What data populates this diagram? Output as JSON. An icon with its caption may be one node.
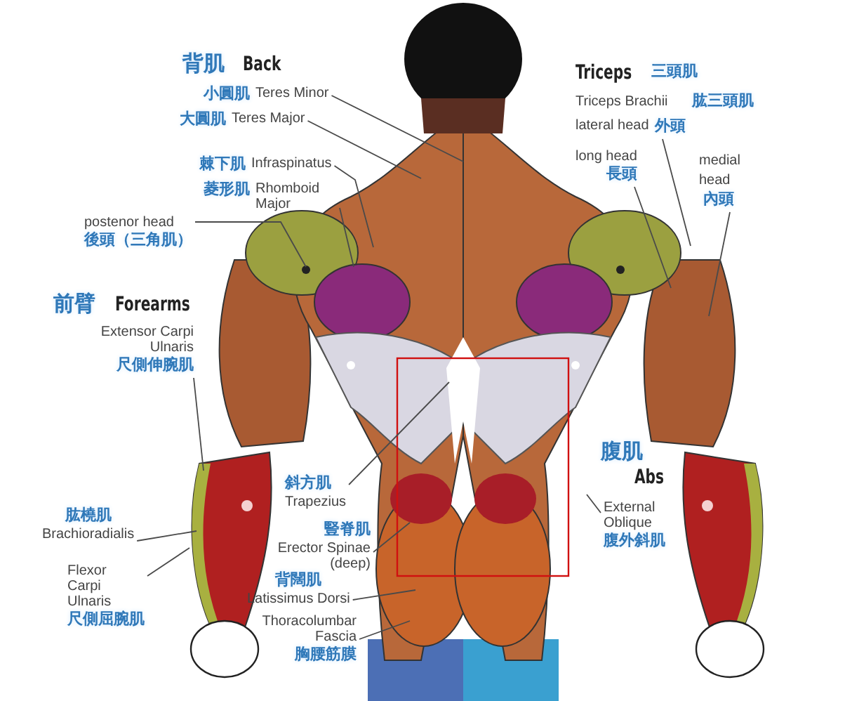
{
  "diagram": {
    "nodes": [
      {
        "text": [
          "小圓肌",
          "Teres Minor"
        ]
      },
      {
        "text": [
          "大圓肌",
          "Teres Major"
        ]
      },
      {
        "text": [
          "棘下肌",
          "Infraspinatus"
        ]
      },
      {
        "text": [
          "菱形肌",
          "Rhomboid Major"
        ]
      },
      {
        "text": [
          "postenor head",
          "後頭（三角肌）"
        ]
      },
      {
        "text": [
          "lateral head",
          "外頭"
        ]
      },
      {
        "text": [
          "long head",
          "長頭"
        ]
      },
      {
        "text": [
          "medial head",
          "內頭"
        ]
      },
      {
        "text": [
          "Extensor Carpi Ulnaris",
          "尺側伸腕肌"
        ]
      },
      {
        "text": [
          "肱橈肌",
          "Brachioradialis"
        ]
      },
      {
        "text": [
          "Flexor Carpi Ulnaris",
          "尺側屈腕肌"
        ]
      },
      {
        "text": [
          "斜方肌",
          "Trapezius"
        ]
      },
      {
        "text": [
          "豎脊肌",
          "Erector Spinae (deep)"
        ]
      },
      {
        "text": [
          "背闊肌",
          "Latissimus Dorsi"
        ]
      },
      {
        "text": [
          "Thoracolumbar Fascia",
          "胸腰筋膜"
        ]
      },
      {
        "text": [
          "External Oblique",
          "腹外斜肌"
        ]
      }
    ],
    "edges": [
      {
        "from": 0,
        "to": null,
        "arrow": "none"
      },
      {
        "from": 1,
        "to": null,
        "arrow": "none"
      },
      {
        "from": 2,
        "to": null,
        "arrow": "none"
      },
      {
        "from": 3,
        "to": null,
        "arrow": "none"
      },
      {
        "from": 4,
        "to": null,
        "arrow": "none"
      },
      {
        "from": 5,
        "to": null,
        "arrow": "none"
      },
      {
        "from": 6,
        "to": null,
        "arrow": "none"
      },
      {
        "from": 7,
        "to": null,
        "arrow": "none"
      },
      {
        "from": 8,
        "to": null,
        "arrow": "none"
      },
      {
        "from": 9,
        "to": null,
        "arrow": "none"
      },
      {
        "from": 10,
        "to": null,
        "arrow": "none"
      },
      {
        "from": 11,
        "to": null,
        "arrow": "none"
      },
      {
        "from": 12,
        "to": null,
        "arrow": "none"
      },
      {
        "from": 13,
        "to": null,
        "arrow": "none"
      },
      {
        "from": 14,
        "to": null,
        "arrow": "none"
      },
      {
        "from": 15,
        "to": null,
        "arrow": "none"
      }
    ],
    "labels": [
      "背肌",
      "Back",
      "Triceps",
      "三頭肌",
      "Triceps Brachii",
      "肱三頭肌",
      "前臂",
      "Forearms",
      "腹肌",
      "Abs"
    ]
  }
}
